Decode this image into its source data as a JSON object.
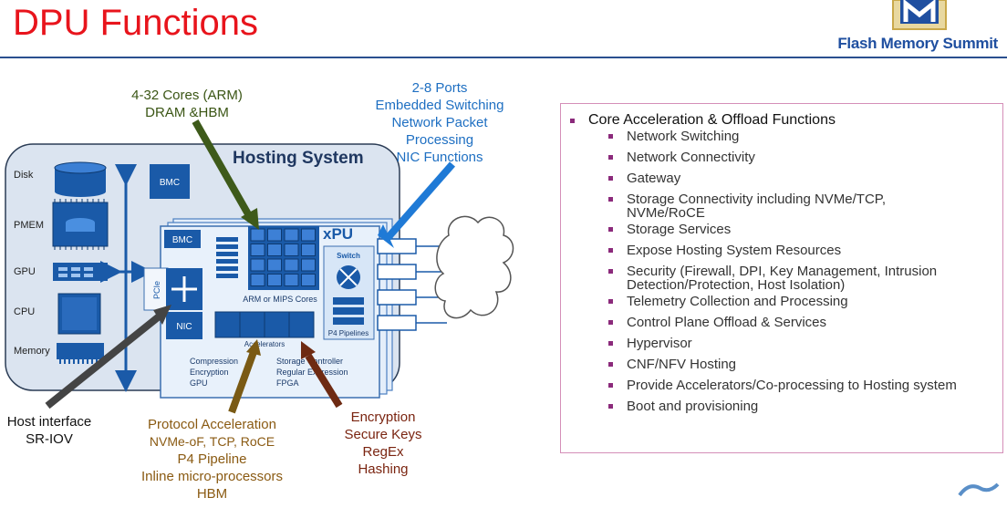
{
  "header": {
    "title": "DPU Functions",
    "logo_text": "Flash Memory Summit"
  },
  "diagram": {
    "hosting_system": "Hosting System",
    "left_devices": [
      "Disk",
      "PMEM",
      "GPU",
      "CPU",
      "Memory"
    ],
    "bmc_host": "BMC",
    "xpu_title": "xPU",
    "bmc_card": "BMC",
    "pcie": "PCIe",
    "nic": "NIC",
    "cores": "ARM or MIPS Cores",
    "switch": "Switch",
    "p4": "P4 Pipelines",
    "accelerators": "Accelerators",
    "accel_left": [
      "Compression",
      "Encryption",
      "GPU"
    ],
    "accel_right": [
      "Storage Controller",
      "Regular Expression",
      "FPGA"
    ],
    "colors": {
      "host_bg": "#dbe4f0",
      "card_bg": "#e4eefa",
      "chip": "#1a5aa8",
      "green_arrow": "#3e5a1a",
      "blue_arrow": "#1f7ad6",
      "grey_arrow": "#444444",
      "gold_arrow": "#7a5a14",
      "red_arrow": "#6e2a12"
    }
  },
  "callouts": {
    "cores": [
      "4-32 Cores (ARM)",
      "DRAM &HBM"
    ],
    "ports": [
      "2-8 Ports",
      "Embedded Switching",
      "Network Packet",
      "Processing",
      "NIC Functions"
    ],
    "host_interface": [
      "Host interface",
      "SR-IOV"
    ],
    "protocol": [
      "Protocol Acceleration",
      "NVMe-oF, TCP, RoCE",
      "P4 Pipeline",
      "Inline micro-processors",
      "HBM"
    ],
    "crypto": [
      "Encryption",
      "Secure Keys",
      "RegEx",
      "Hashing"
    ]
  },
  "functions": {
    "heading": "Core Acceleration & Offload Functions",
    "items": [
      [
        "Network Switching"
      ],
      [
        "Network Connectivity"
      ],
      [
        "Gateway"
      ],
      [
        "Storage Connectivity including NVMe/TCP,",
        "NVMe/RoCE"
      ],
      [
        "Storage Services"
      ],
      [
        "Expose Hosting System Resources"
      ],
      [
        "Security (Firewall, DPI, Key Management, Intrusion",
        "Detection/Protection, Host Isolation)"
      ],
      [
        "Telemetry Collection and Processing"
      ],
      [
        "Control Plane Offload & Services"
      ],
      [
        "Hypervisor"
      ],
      [
        "CNF/NFV Hosting"
      ],
      [
        "Provide Accelerators/Co-processing to Hosting system"
      ],
      [
        "Boot and provisioning"
      ]
    ]
  }
}
